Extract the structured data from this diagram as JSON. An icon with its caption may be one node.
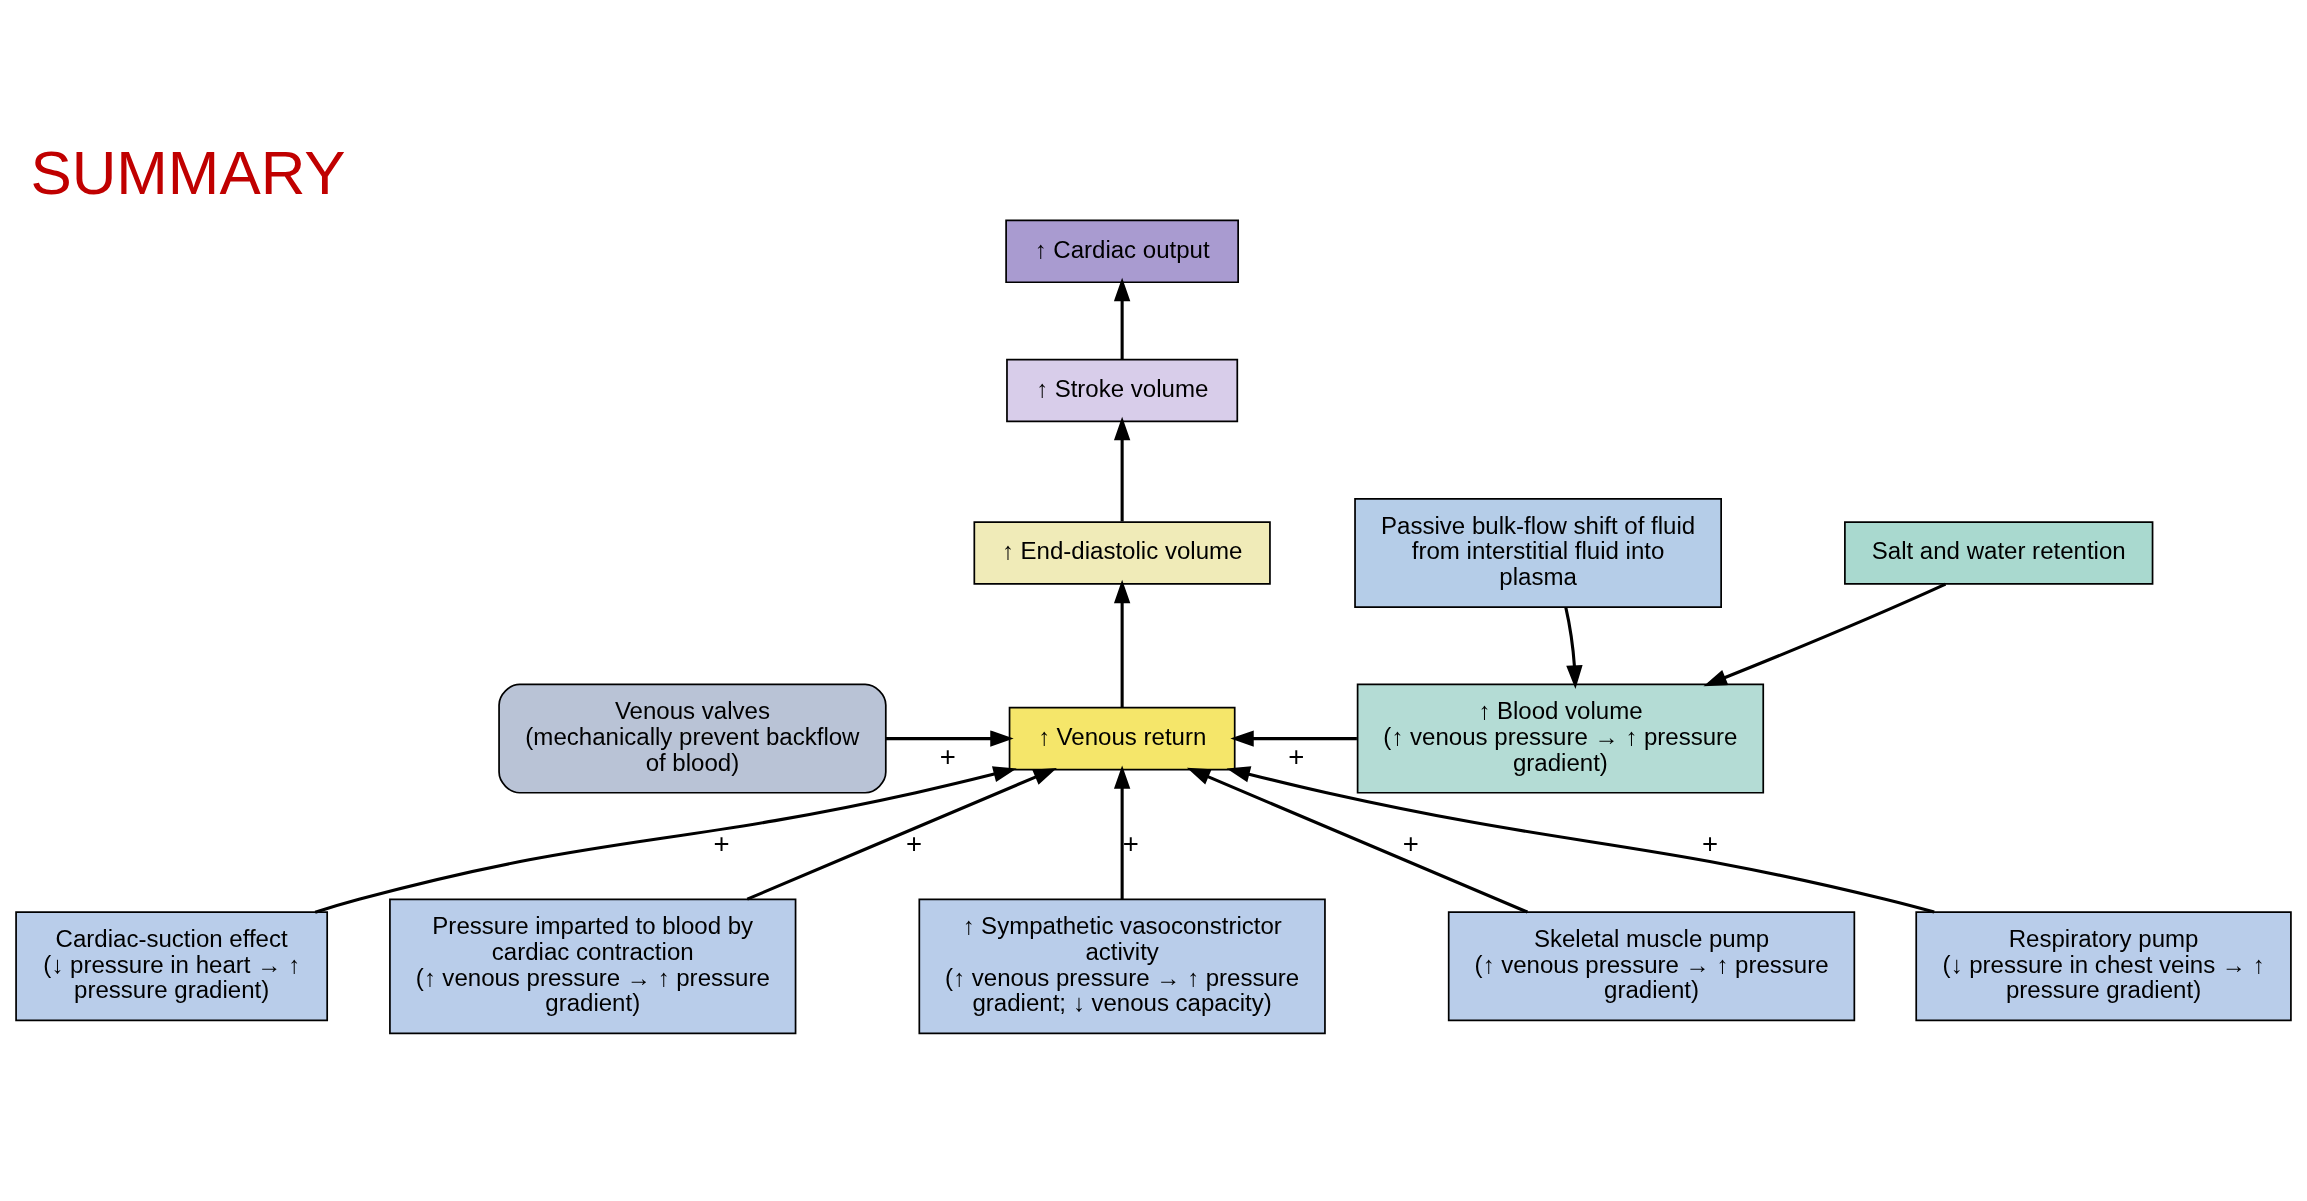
{
  "diagram": {
    "title": "SUMMARY",
    "nodes": [
      {
        "text": [
          "↑ Cardiac output"
        ]
      },
      {
        "text": [
          "↑ Stroke volume"
        ]
      },
      {
        "text": [
          "↑ End-diastolic volume"
        ]
      },
      {
        "text": [
          "↑ Venous return"
        ]
      },
      {
        "text": [
          "Venous valves",
          "(mechanically prevent backflow of blood)"
        ]
      },
      {
        "text": [
          "Passive bulk-flow shift of fluid from interstitial fluid into plasma"
        ]
      },
      {
        "text": [
          "Salt and water retention"
        ]
      },
      {
        "text": [
          "↑ Blood volume",
          "(↑ venous pressure → ↑ pressure gradient)"
        ]
      },
      {
        "text": [
          "Cardiac-suction effect",
          "(↓ pressure in heart → ↑ pressure gradient)"
        ]
      },
      {
        "text": [
          "Respiratory pump",
          "(↓ pressure in chest veins → ↑ pressure gradient)"
        ]
      },
      {
        "text": [
          "Pressure imparted to blood by cardiac contraction",
          "(↑ venous pressure → ↑ pressure gradient)"
        ]
      },
      {
        "text": [
          "↑ Sympathetic vasoconstrictor activity",
          "(↑ venous pressure → ↑ pressure gradient; ↓ venous capacity)"
        ]
      },
      {
        "text": [
          "Skeletal muscle pump",
          "(↑ venous pressure → ↑ pressure gradient)"
        ]
      }
    ],
    "edges": [
      {
        "from": 1,
        "to": 0,
        "arrow": "to"
      },
      {
        "from": 2,
        "to": 1,
        "arrow": "to"
      },
      {
        "from": 3,
        "to": 2,
        "arrow": "to"
      },
      {
        "from": 4,
        "to": 3,
        "arrow": "to",
        "label": "+"
      },
      {
        "from": 7,
        "to": 3,
        "arrow": "to",
        "label": "+"
      },
      {
        "from": 5,
        "to": 7,
        "arrow": "to"
      },
      {
        "from": 6,
        "to": 7,
        "arrow": "to"
      },
      {
        "from": 8,
        "to": 3,
        "arrow": "to",
        "label": "+"
      },
      {
        "from": 9,
        "to": 3,
        "arrow": "to",
        "label": "+"
      },
      {
        "from": 10,
        "to": 3,
        "arrow": "to",
        "label": "+"
      },
      {
        "from": 11,
        "to": 3,
        "arrow": "to",
        "label": "+"
      },
      {
        "from": 12,
        "to": 3,
        "arrow": "to",
        "label": "+"
      }
    ]
  }
}
